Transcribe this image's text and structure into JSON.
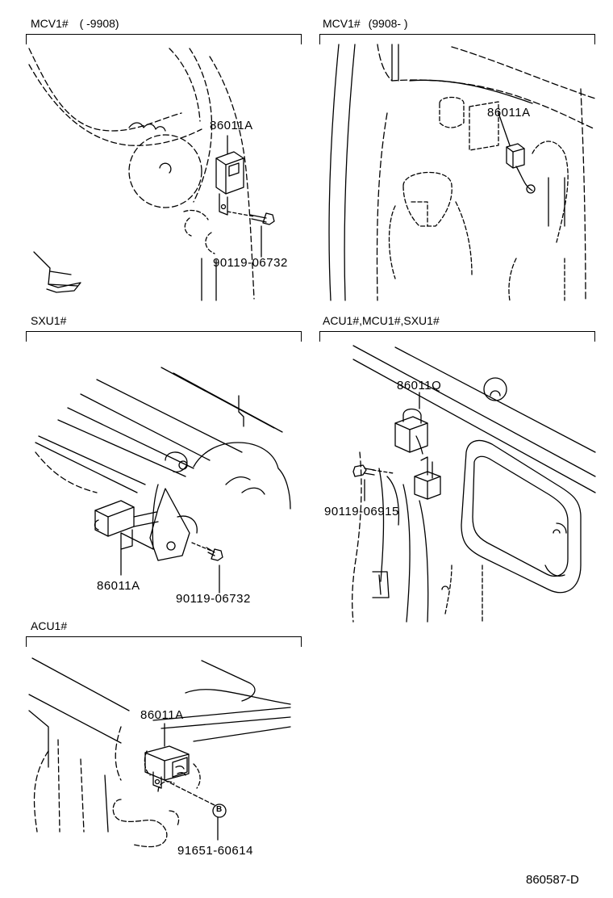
{
  "panels": [
    {
      "id": "p1",
      "header": {
        "model": "MCV1#",
        "range": "(        -9908)"
      },
      "callouts": [
        "86011A",
        "90119-06732"
      ]
    },
    {
      "id": "p2",
      "header": {
        "model": "MCV1#",
        "range": "(9908-        )"
      },
      "callouts": [
        "86011A"
      ]
    },
    {
      "id": "p3",
      "header": {
        "model": "SXU1#",
        "range": ""
      },
      "callouts": [
        "86011A",
        "90119-06732"
      ]
    },
    {
      "id": "p4",
      "header": {
        "model": "ACU1#,MCU1#,SXU1#",
        "range": ""
      },
      "callouts": [
        "86011Q",
        "90119-06915"
      ]
    },
    {
      "id": "p5",
      "header": {
        "model": "ACU1#",
        "range": ""
      },
      "callouts": [
        "86011A",
        "91651-60614"
      ],
      "marker": "B"
    }
  ],
  "diagram_code": "860587-D"
}
